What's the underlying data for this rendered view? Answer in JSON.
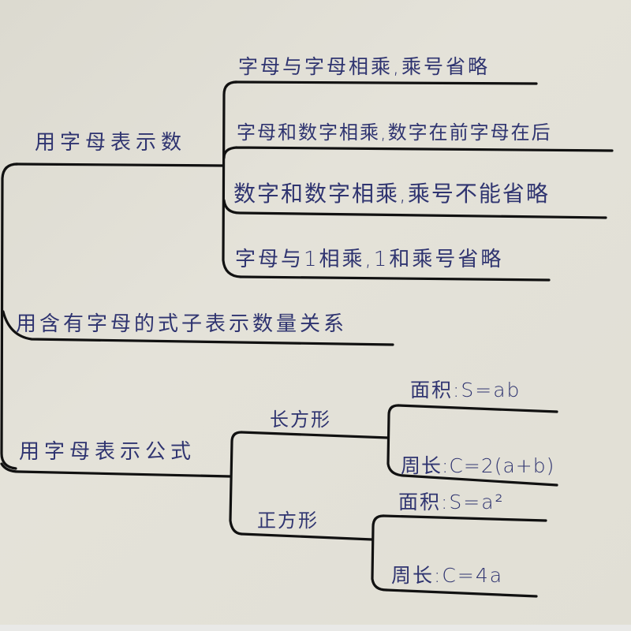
{
  "diagram": {
    "type": "mind-map",
    "medium": "hand-drawn on paper",
    "colors": {
      "paper": "#e2e0d6",
      "ink_text": "#2f3470",
      "ink_lines": "#111111"
    },
    "branches": [
      {
        "label": "用字母表示数",
        "children": [
          {
            "label": "字母与字母相乘，乘号省略"
          },
          {
            "label": "字母和数字相乘，数字在前字母在后"
          },
          {
            "label": "数字和数字相乘，乘号不能省略"
          },
          {
            "label": "字母与1相乘，1和乘号省略"
          }
        ]
      },
      {
        "label": "用含有字母的式子表示数量关系",
        "children": []
      },
      {
        "label": "用字母表示公式",
        "children": [
          {
            "label": "长方形",
            "children": [
              {
                "label": "面积：S=ab"
              },
              {
                "label": "周长：C=2(a+b)"
              }
            ]
          },
          {
            "label": "正方形",
            "children": [
              {
                "label": "面积：S=a²"
              },
              {
                "label": "周长：C=4a"
              }
            ]
          }
        ]
      }
    ]
  },
  "display": {
    "b1": "用字母表示数",
    "b1c1": "字母与字母相乘,乘号省略",
    "b1c2": "字母和数字相乘,数字在前字母在后",
    "b1c3": "数字和数字相乘,乘号不能省略",
    "b1c4": "字母与1相乘,1和乘号省略",
    "b2": "用含有字母的式子表示数量关系",
    "b3": "用字母表示公式",
    "b3c1": "长方形",
    "b3c1a": "面积:S=ab",
    "b3c1b": "周长:C=2(a+b)",
    "b3c2": "正方形",
    "b3c2a": "面积:S=a²",
    "b3c2b": "周长:C=4a"
  }
}
